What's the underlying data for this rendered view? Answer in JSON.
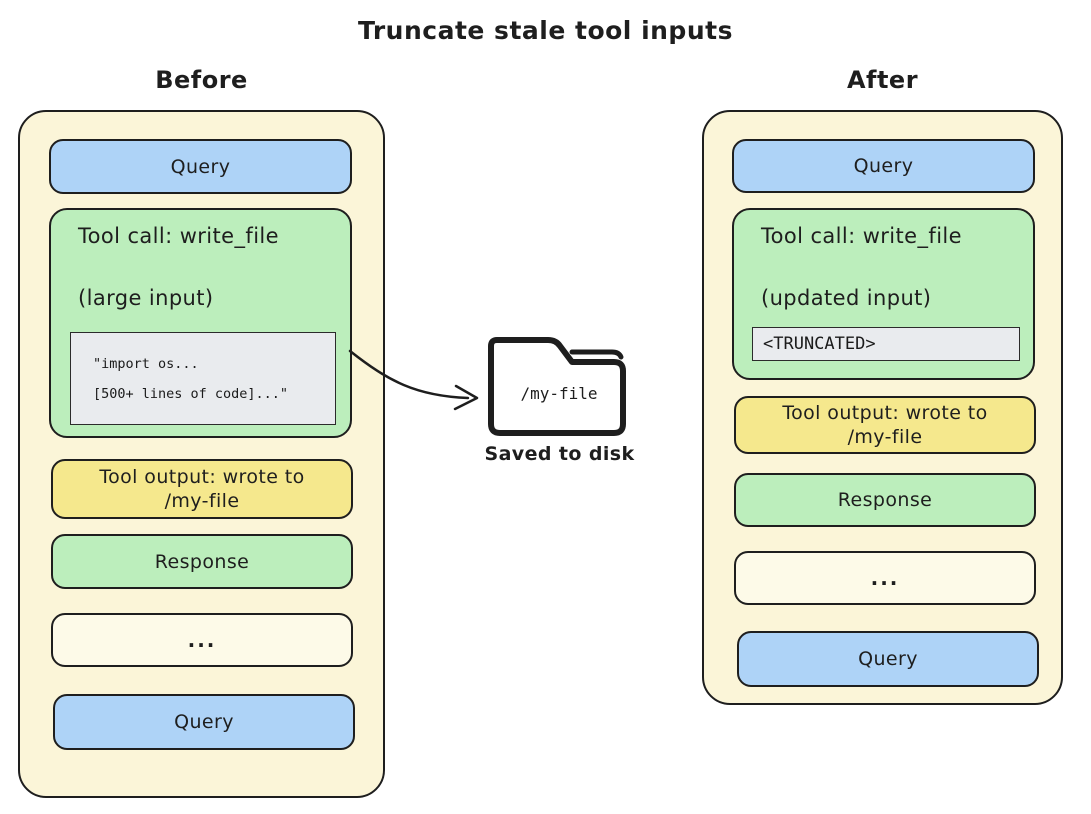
{
  "title": "Truncate stale tool inputs",
  "colors": {
    "ink": "#1e1e1e",
    "panel_bg": "#fbf5d8",
    "blue": "#aed3f7",
    "green": "#bceebc",
    "yellow": "#f5e88d",
    "code_bg": "#e9ebee",
    "light_bg": "#fdfae8",
    "canvas": "#ffffff"
  },
  "before": {
    "label": "Before",
    "boxes": {
      "query_top": "Query",
      "response": "Response",
      "ellipsis": "...",
      "query_bottom": "Query"
    },
    "tool_call": {
      "title": "Tool call: write_file",
      "subtitle": "(large input)",
      "code_line1": "\"import os...",
      "code_line2": "[500+ lines of code]...\""
    },
    "tool_output": {
      "line1": "Tool output: wrote to",
      "line2": "/my-file"
    }
  },
  "middle": {
    "folder_label": "/my-file",
    "caption": "Saved to disk"
  },
  "after": {
    "label": "After",
    "boxes": {
      "query_top": "Query",
      "response": "Response",
      "ellipsis": "...",
      "query_bottom": "Query"
    },
    "tool_call": {
      "title": "Tool call: write_file",
      "subtitle": "(updated input)",
      "code_line1": "<TRUNCATED>"
    },
    "tool_output": {
      "line1": "Tool output: wrote to",
      "line2": "/my-file"
    }
  }
}
